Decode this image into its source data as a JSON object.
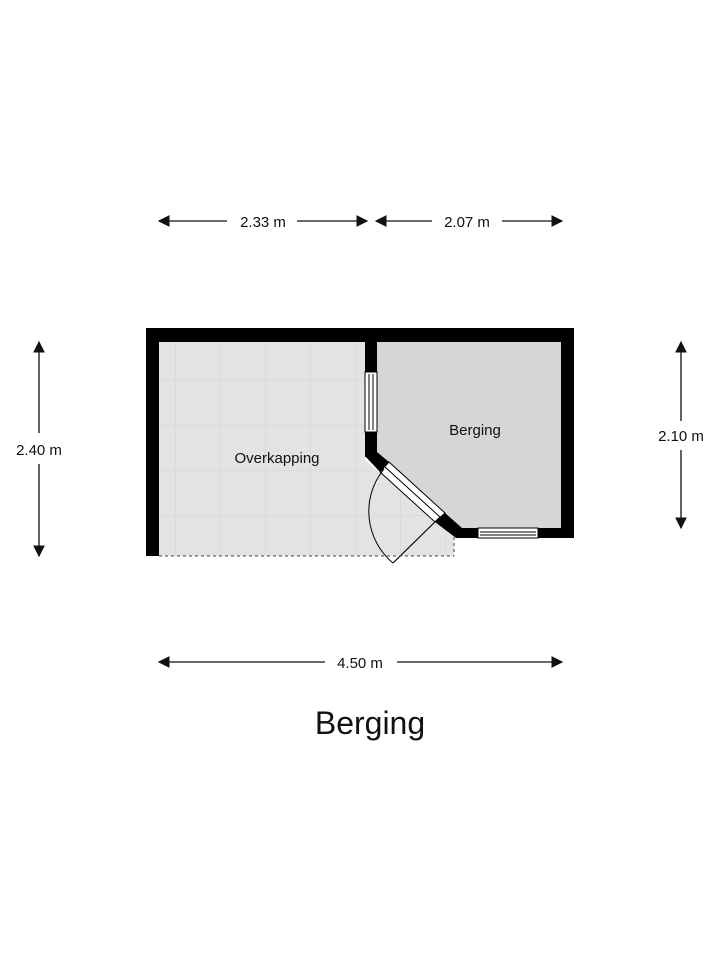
{
  "title": "Berging",
  "dimensions": {
    "top_left": "2.33 m",
    "top_right": "2.07 m",
    "left": "2.40 m",
    "right": "2.10 m",
    "bottom": "4.50 m"
  },
  "rooms": {
    "overkapping": "Overkapping",
    "berging": "Berging"
  },
  "colors": {
    "wall": "#000000",
    "berging_floor": "#d6d6d6",
    "overkapping_floor": "#e3e3e3",
    "tile_line": "#d2d2d2"
  }
}
